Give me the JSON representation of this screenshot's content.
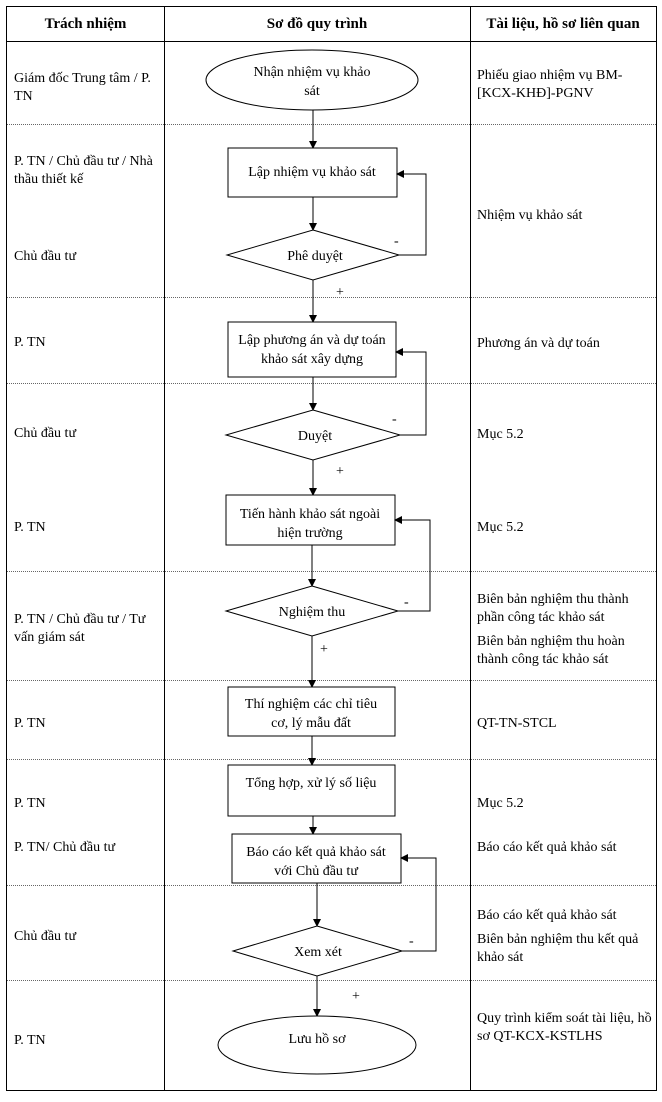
{
  "headers": {
    "responsibility": "Trách nhiệm",
    "flowchart": "Sơ đồ quy trình",
    "documents": "Tài liệu, hồ sơ liên quan"
  },
  "responsibilities": [
    "Giám đốc Trung tâm / P. TN",
    "P. TN / Chủ đầu tư / Nhà thầu thiết kế",
    "Chủ đầu tư",
    "P. TN",
    "Chủ đầu tư",
    "P. TN",
    "P. TN / Chủ đầu tư / Tư vấn giám sát",
    "P. TN",
    "P. TN",
    "P. TN/ Chủ đầu tư",
    "Chủ đầu tư",
    "P. TN"
  ],
  "documents": [
    "Phiếu giao nhiệm vụ BM-[KCX-KHĐ]-PGNV",
    "Nhiệm vụ khảo sát",
    "Phương án và dự toán",
    "Mục 5.2",
    "Mục 5.2",
    "Biên bản nghiệm thu thành phần công tác khảo sát",
    "Biên bản nghiệm thu hoàn thành công tác khảo sát",
    "QT-TN-STCL",
    "Mục 5.2",
    "Báo cáo kết quả khảo sát",
    "Báo cáo kết quả khảo sát",
    "Biên bản nghiệm thu kết quả khảo sát",
    "Quy trình kiểm soát tài liệu, hồ sơ QT-KCX-KSTLHS"
  ],
  "flow": {
    "start": [
      "Nhận nhiệm vụ khảo",
      "sát"
    ],
    "step1": [
      "Lập nhiệm vụ khảo sát"
    ],
    "decision1": "Phê duyệt",
    "step2": [
      "Lập phương án và dự toán",
      "khảo sát xây dựng"
    ],
    "decision2": "Duyệt",
    "step3": [
      "Tiến hành khảo sát ngoài",
      "hiện trường"
    ],
    "decision3": "Nghiệm thu",
    "step4": [
      "Thí nghiệm các chỉ tiêu",
      "cơ, lý mẫu đất"
    ],
    "step5": [
      "Tổng hợp, xử lý số liệu"
    ],
    "step6": [
      "Báo cáo kết quả khảo sát",
      "với Chủ đầu tư"
    ],
    "decision4": "Xem xét",
    "end": [
      "Lưu hồ sơ"
    ],
    "yes_label": "+",
    "no_label": "-"
  }
}
